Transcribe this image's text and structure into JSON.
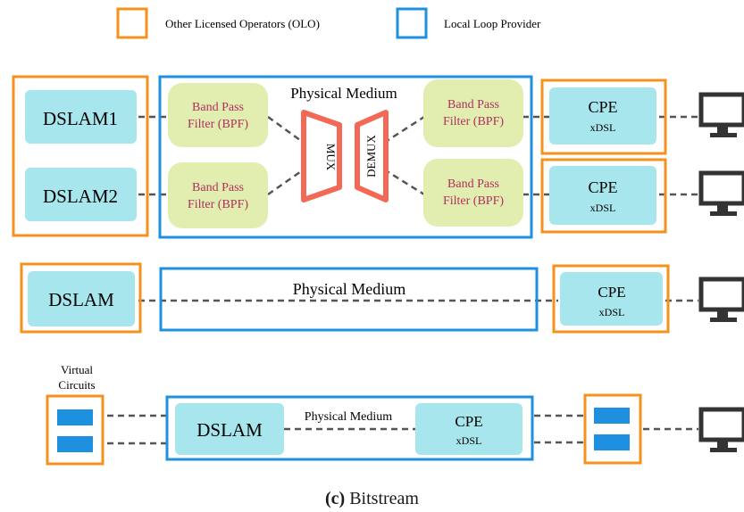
{
  "legend": {
    "olo": {
      "label": "Other Licensed Operators (OLO)",
      "color": "#F5921E"
    },
    "llp": {
      "label": "Local Loop Provider",
      "color": "#1E90E0"
    }
  },
  "colors": {
    "node_fill": "#A8E6EE",
    "bpf_fill": "#E2EDB0",
    "bpf_text": "#B03060",
    "mux_stroke": "#F26A55",
    "vc_fill": "#1E90E0",
    "monitor": "#333333"
  },
  "row1": {
    "dslam1": "DSLAM1",
    "dslam2": "DSLAM2",
    "medium": "Physical Medium",
    "bpf_line1": "Band Pass",
    "bpf_line2": "Filter (BPF)",
    "mux": "MUX",
    "demux": "DEMUX",
    "cpe": "CPE",
    "cpe_sub": "xDSL"
  },
  "row2": {
    "dslam": "DSLAM",
    "medium": "Physical Medium",
    "cpe": "CPE",
    "cpe_sub": "xDSL"
  },
  "row3": {
    "vc_line1": "Virtual",
    "vc_line2": "Circuits",
    "dslam": "DSLAM",
    "medium": "Physical Medium",
    "cpe": "CPE",
    "cpe_sub": "xDSL"
  },
  "caption": {
    "letter": "(c)",
    "title": "Bitstream"
  },
  "icons": {
    "terminal": "monitor-icon"
  }
}
